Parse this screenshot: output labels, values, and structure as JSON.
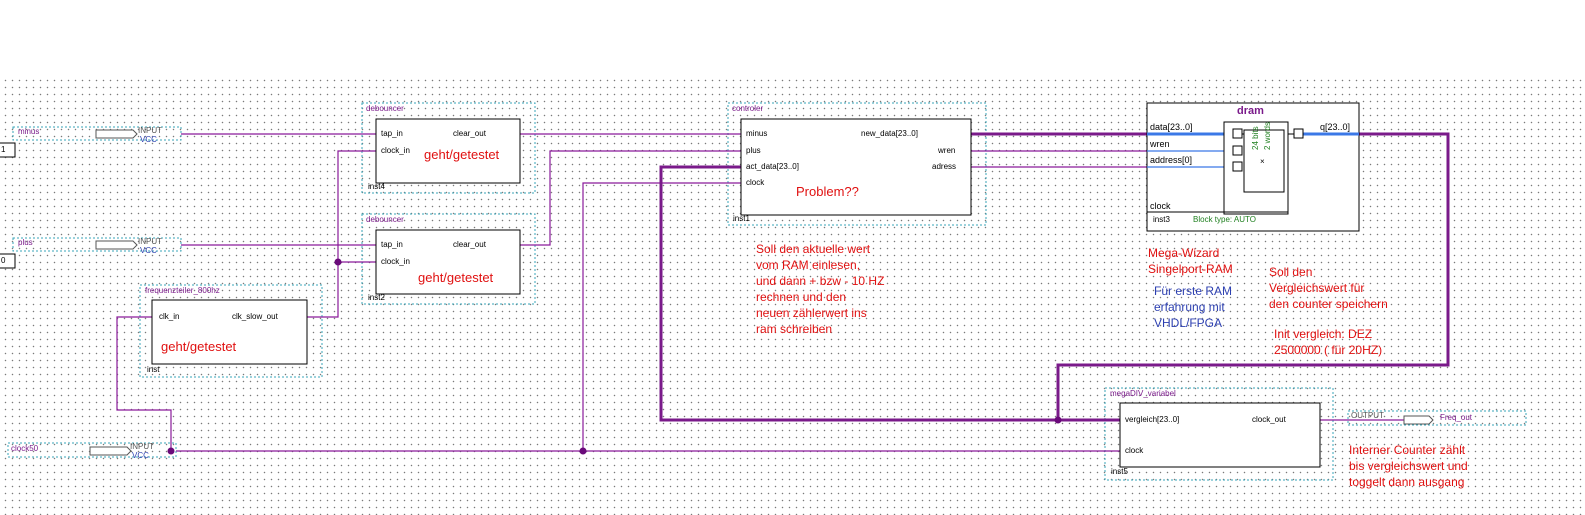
{
  "pins": {
    "minus": {
      "name": "minus",
      "type": "INPUT",
      "vcc": "VCC",
      "value": "1"
    },
    "plus": {
      "name": "plus",
      "type": "INPUT",
      "vcc": "VCC",
      "value": "0"
    },
    "clock50": {
      "name": "clock50",
      "type": "INPUT",
      "vcc": "VCC"
    },
    "freq_out": {
      "name": "Freq_out",
      "type": "OUTPUT"
    }
  },
  "blocks": {
    "debouncer1": {
      "type": "debouncer",
      "inst": "inst4",
      "ports": {
        "tap_in": "tap_in",
        "clock_in": "clock_in",
        "clear_out": "clear_out"
      },
      "note": "geht/getestet"
    },
    "debouncer2": {
      "type": "debouncer",
      "inst": "inst2",
      "ports": {
        "tap_in": "tap_in",
        "clock_in": "clock_in",
        "clear_out": "clear_out"
      },
      "note": "geht/getestet"
    },
    "freq": {
      "type": "frequenzteiler_800hz",
      "inst": "inst",
      "ports": {
        "clk_in": "clk_in",
        "clk_slow_out": "clk_slow_out"
      },
      "note": "geht/getestet"
    },
    "controler": {
      "type": "controler",
      "inst": "inst1",
      "ports": {
        "minus": "minus",
        "plus": "plus",
        "act_data": "act_data[23..0]",
        "clock": "clock",
        "new_data": "new_data[23..0]",
        "wren": "wren",
        "adress": "adress"
      },
      "note": "Problem??"
    },
    "dram": {
      "type": "dram",
      "inst": "inst3",
      "ports": {
        "data": "data[23..0]",
        "wren": "wren",
        "address": "address[0]",
        "clock": "clock",
        "q": "q[23..0]"
      },
      "bits": "24 bits",
      "words": "2 words",
      "block_type": "Block type: AUTO"
    },
    "megadiv": {
      "type": "megaDIV_variabel",
      "inst": "inst5",
      "ports": {
        "vergleich": "vergleich[23..0]",
        "clock": "clock",
        "clock_out": "clock_out"
      }
    }
  },
  "annotations": {
    "controler_note": "Soll den aktuelle wert\nvom RAM einlesen,\nund dann + bzw - 10 HZ\nrechnen und den\nneuen zählerwert ins\nram schreiben",
    "mega_wizard": "Mega-Wizard\nSingelport-RAM",
    "first_ram": "Für erste RAM\nerfahrung mit\nVHDL/FPGA",
    "soll_den": "Soll den\nVergleichswert für\nden counter speichern",
    "init_vergleich": "Init vergleich: DEZ\n2500000 ( für 20HZ)",
    "counter_note": "Interner Counter zählt\nbis vergleichswert und\ntoggelt dann ausgang"
  },
  "colors": {
    "wire": "#8a1a9a",
    "bus": "#7a1a8a",
    "block_border": "#000000",
    "dashed": "#3aa6b8",
    "note_red": "#e01010",
    "note_blue": "#2c3fb0"
  }
}
